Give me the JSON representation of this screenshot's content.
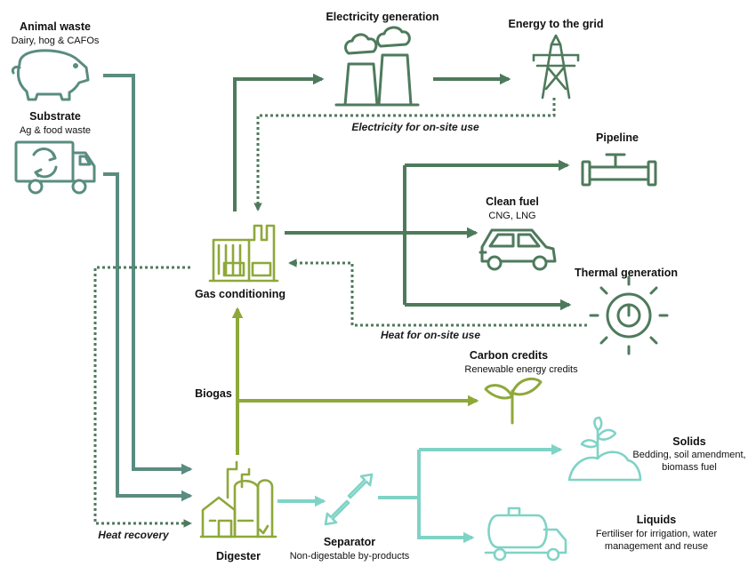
{
  "colors": {
    "dark_green": "#4e7a5c",
    "teal_gray": "#5a8c80",
    "olive": "#8ea83a",
    "light_teal": "#7fd3c6",
    "dotted": "#4e7a5c"
  },
  "nodes": {
    "animal_waste": {
      "title": "Animal waste",
      "subtitle": "Dairy, hog & CAFOs",
      "icon": "pig-icon"
    },
    "substrate": {
      "title": "Substrate",
      "subtitle": "Ag & food waste",
      "icon": "recycling-truck-icon"
    },
    "electricity_generation": {
      "title": "Electricity generation",
      "icon": "power-plant-icon"
    },
    "energy_grid": {
      "title": "Energy to the grid",
      "icon": "transmission-tower-icon"
    },
    "pipeline": {
      "title": "Pipeline",
      "icon": "pipeline-icon"
    },
    "clean_fuel": {
      "title": "Clean fuel",
      "subtitle": "CNG, LNG",
      "icon": "car-icon"
    },
    "thermal_generation": {
      "title": "Thermal generation",
      "icon": "thermal-sun-icon"
    },
    "gas_conditioning": {
      "title": "Gas conditioning",
      "icon": "factory-icon"
    },
    "carbon_credits": {
      "title": "Carbon credits",
      "subtitle": "Renewable energy credits",
      "icon": "sprout-icon"
    },
    "digester": {
      "title": "Digester",
      "icon": "digester-plant-icon"
    },
    "separator": {
      "title": "Separator",
      "subtitle": "Non-digestable by-products",
      "icon": "separator-arrows-icon"
    },
    "solids": {
      "title": "Solids",
      "subtitle_lines": [
        "Bedding, soil amendment,",
        "biomass fuel"
      ],
      "icon": "plant-mound-icon"
    },
    "liquids": {
      "title": "Liquids",
      "subtitle_lines": [
        "Fertiliser for irrigation, water",
        "management and reuse"
      ],
      "icon": "tanker-truck-icon"
    }
  },
  "flow_labels": {
    "biogas": "Biogas",
    "electricity_onsite": "Electricity for on-site use",
    "heat_onsite": "Heat for on-site use",
    "heat_recovery": "Heat recovery"
  }
}
